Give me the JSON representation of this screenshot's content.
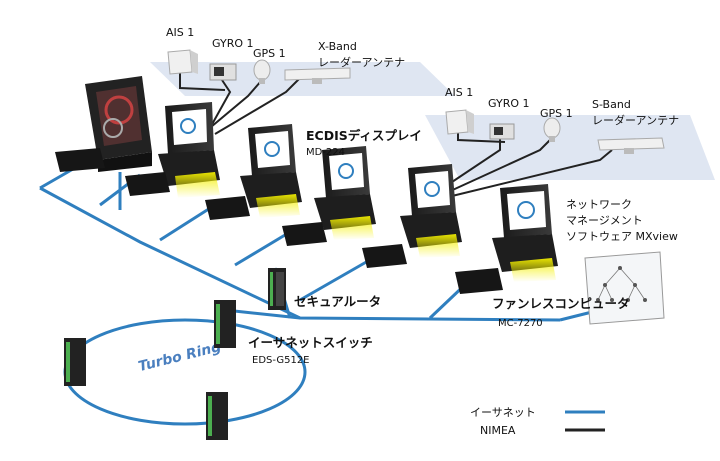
{
  "antennas_x": {
    "ais": "AIS 1",
    "gyro": "GYRO 1",
    "gps": "GPS 1",
    "radar_line1": "X-Band",
    "radar_line2": "レーダーアンテナ"
  },
  "antennas_s": {
    "ais": "AIS 1",
    "gyro": "GYRO 1",
    "gps": "GPS 1",
    "radar_line1": "S-Band",
    "radar_line2": "レーダーアンテナ"
  },
  "ecdis": {
    "title": "ECDISディスプレイ",
    "model": "MD-224"
  },
  "mxview": {
    "line1": "ネットワーク",
    "line2": "マネージメント",
    "line3": "ソフトウェア MXview"
  },
  "router": {
    "label": "セキュアルータ"
  },
  "fanless": {
    "title": "ファンレスコンピュータ",
    "model": "MC-7270"
  },
  "switch": {
    "title": "イーサネットスイッチ",
    "model": "EDS-G512E"
  },
  "ring": {
    "label": "Turbo Ring"
  },
  "legend": {
    "ethernet": "イーサネット",
    "nmea": "NIMEA",
    "ethernet_color": "#2f7fbf",
    "nmea_color": "#222222"
  }
}
